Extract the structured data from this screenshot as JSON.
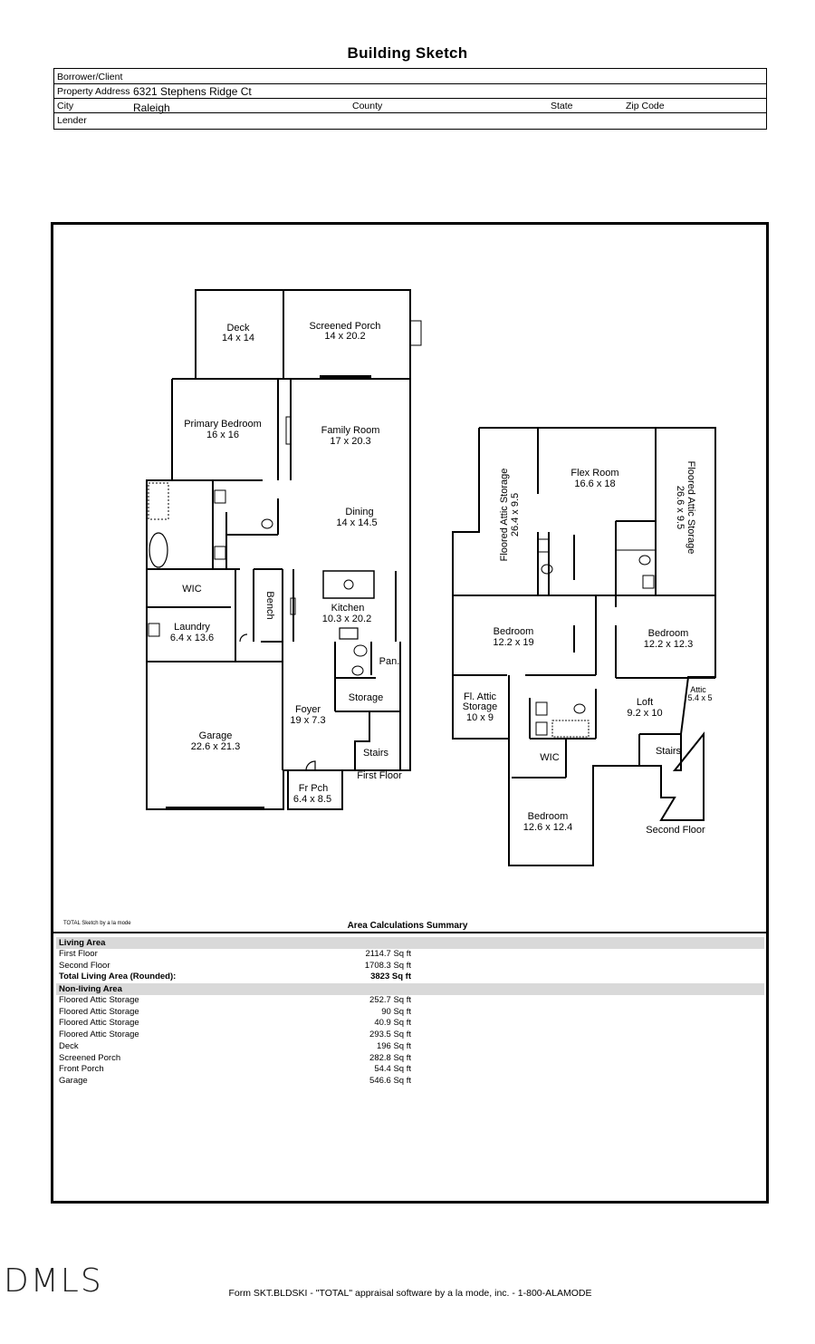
{
  "header": {
    "title": "Building Sketch",
    "borrower_label": "Borrower/Client",
    "property_label": "Property Address",
    "property_value": "6321 Stephens Ridge Ct",
    "city_label": "City",
    "city_value": "Raleigh",
    "county_label": "County",
    "state_label": "State",
    "zip_label": "Zip Code",
    "lender_label": "Lender"
  },
  "first_floor": {
    "deck": [
      "Deck",
      "14 x 14"
    ],
    "screened_porch": [
      "Screened Porch",
      "14 x 20.2"
    ],
    "primary_bedroom": [
      "Primary Bedroom",
      "16 x 16"
    ],
    "family_room": [
      "Family Room",
      "17 x 20.3"
    ],
    "dining": [
      "Dining",
      "14 x 14.5"
    ],
    "wic": "WIC",
    "bench": "Bench",
    "kitchen": [
      "Kitchen",
      "10.3 x 20.2"
    ],
    "laundry": [
      "Laundry",
      "6.4 x 13.6"
    ],
    "pantry": "Pan.",
    "storage": "Storage",
    "foyer": [
      "Foyer",
      "19 x 7.3"
    ],
    "garage": [
      "Garage",
      "22.6 x 21.3"
    ],
    "stairs": "Stairs",
    "floor_label": "First Floor",
    "front_porch": [
      "Fr Pch",
      "6.4 x 8.5"
    ]
  },
  "second_floor": {
    "attic_left": [
      "Floored Attic Storage",
      "26.4 x 9.5"
    ],
    "flex_room": [
      "Flex Room",
      "16.6 x 18"
    ],
    "attic_right": [
      "Floored Attic Storage",
      "26.6 x 9.5"
    ],
    "bedroom_left": [
      "Bedroom",
      "12.2 x 19"
    ],
    "bedroom_right": [
      "Bedroom",
      "12.2 x 12.3"
    ],
    "attic_small": [
      "Attic",
      "5.4 x 5"
    ],
    "fl_attic": [
      "Fl. Attic",
      "Storage",
      "10 x 9"
    ],
    "loft": [
      "Loft",
      "9.2 x 10"
    ],
    "wic": "WIC",
    "stairs": "Stairs",
    "bedroom_bottom": [
      "Bedroom",
      "12.6 x 12.4"
    ],
    "floor_label": "Second Floor"
  },
  "summary": {
    "credit": "TOTAL Sketch by a la mode",
    "title": "Area Calculations Summary",
    "living_header": "Living Area",
    "living_rows": [
      {
        "label": "First Floor",
        "value": "2114.7 Sq ft"
      },
      {
        "label": "Second Floor",
        "value": "1708.3 Sq ft"
      }
    ],
    "total": {
      "label": "Total Living Area (Rounded):",
      "value": "3823 Sq ft"
    },
    "nonliving_header": "Non-living Area",
    "nonliving_rows": [
      {
        "label": "Floored Attic Storage",
        "value": "252.7 Sq ft"
      },
      {
        "label": "Floored Attic Storage",
        "value": "90 Sq ft"
      },
      {
        "label": "Floored Attic Storage",
        "value": "40.9 Sq ft"
      },
      {
        "label": "Floored Attic Storage",
        "value": "293.5 Sq ft"
      },
      {
        "label": "Deck",
        "value": "196 Sq ft"
      },
      {
        "label": "Screened Porch",
        "value": "282.8 Sq ft"
      },
      {
        "label": "Front Porch",
        "value": "54.4 Sq ft"
      },
      {
        "label": "Garage",
        "value": "546.6 Sq ft"
      }
    ]
  },
  "footer": {
    "form_text": "Form SKT.BLDSKI - \"TOTAL\" appraisal software by a la mode, inc. - 1-800-ALAMODE",
    "logo": "DMLS"
  }
}
